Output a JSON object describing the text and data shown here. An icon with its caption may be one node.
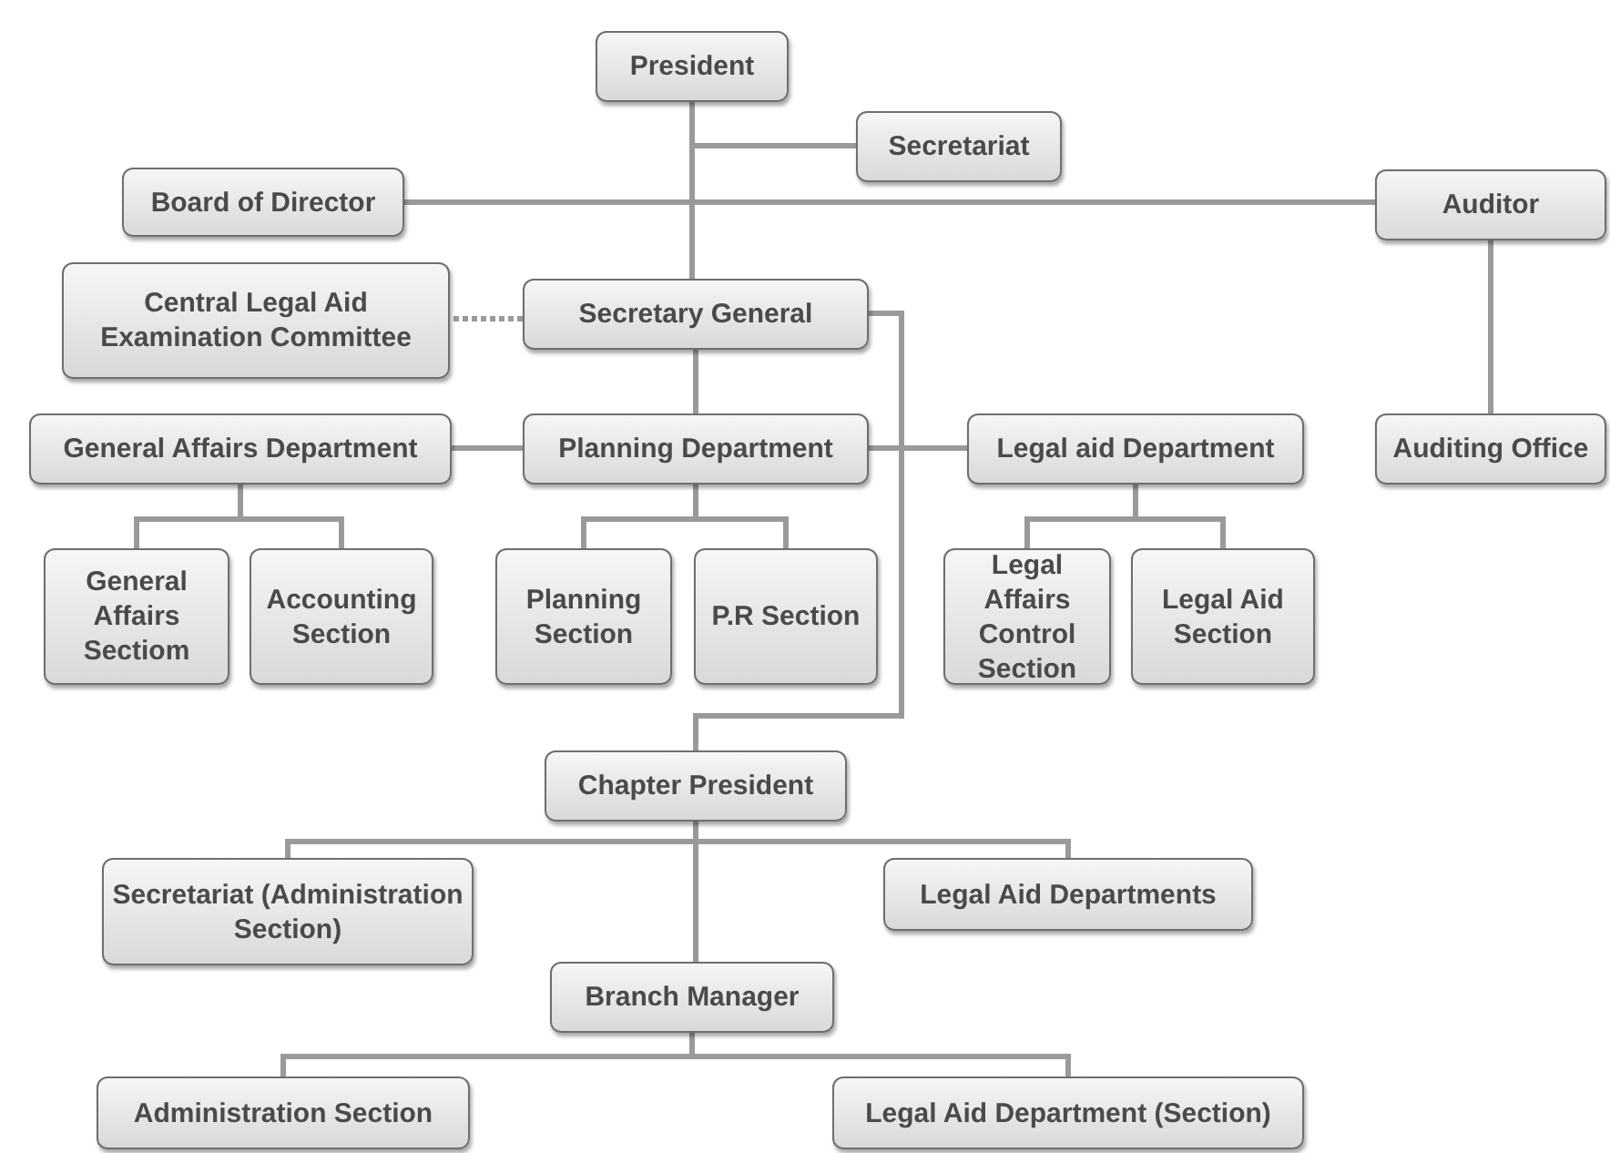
{
  "diagram": {
    "nodes": [
      {
        "text": [
          "President"
        ]
      },
      {
        "text": [
          "Secretariat"
        ]
      },
      {
        "text": [
          "Board of Director"
        ]
      },
      {
        "text": [
          "Auditor"
        ]
      },
      {
        "text": [
          "Central Legal Aid Examination Committee"
        ]
      },
      {
        "text": [
          "Secretary General"
        ]
      },
      {
        "text": [
          "General Affairs Department"
        ]
      },
      {
        "text": [
          "Planning Department"
        ]
      },
      {
        "text": [
          "Legal aid Department"
        ]
      },
      {
        "text": [
          "Auditing Office"
        ]
      },
      {
        "text": [
          "General Affairs Sectiom"
        ]
      },
      {
        "text": [
          "Accounting Section"
        ]
      },
      {
        "text": [
          "Planning Section"
        ]
      },
      {
        "text": [
          "P.R Section"
        ]
      },
      {
        "text": [
          "Legal Affairs Control Section"
        ]
      },
      {
        "text": [
          "Legal Aid Section"
        ]
      },
      {
        "text": [
          "Chapter President"
        ]
      },
      {
        "text": [
          "Secretariat (Administration Section)"
        ]
      },
      {
        "text": [
          "Legal Aid Departments"
        ]
      },
      {
        "text": [
          "Branch Manager"
        ]
      },
      {
        "text": [
          "Administration Section"
        ]
      },
      {
        "text": [
          "Legal Aid Department (Section)"
        ]
      }
    ],
    "edges": [
      {
        "from": 0,
        "to": 5,
        "arrow": "none"
      },
      {
        "from": 0,
        "to": 1,
        "arrow": "none"
      },
      {
        "from": 2,
        "to": 3,
        "arrow": "none"
      },
      {
        "from": 3,
        "to": 9,
        "arrow": "none"
      },
      {
        "from": 5,
        "to": 4,
        "arrow": "none",
        "style": "dashed"
      },
      {
        "from": 5,
        "to": 7,
        "arrow": "none"
      },
      {
        "from": 7,
        "to": 6,
        "arrow": "none"
      },
      {
        "from": 7,
        "to": 8,
        "arrow": "none"
      },
      {
        "from": 6,
        "to": 10,
        "arrow": "none"
      },
      {
        "from": 6,
        "to": 11,
        "arrow": "none"
      },
      {
        "from": 7,
        "to": 12,
        "arrow": "none"
      },
      {
        "from": 7,
        "to": 13,
        "arrow": "none"
      },
      {
        "from": 8,
        "to": 14,
        "arrow": "none"
      },
      {
        "from": 8,
        "to": 15,
        "arrow": "none"
      },
      {
        "from": 5,
        "to": 16,
        "arrow": "none"
      },
      {
        "from": 16,
        "to": 17,
        "arrow": "none"
      },
      {
        "from": 16,
        "to": 18,
        "arrow": "none"
      },
      {
        "from": 16,
        "to": 19,
        "arrow": "none"
      },
      {
        "from": 19,
        "to": 20,
        "arrow": "none"
      },
      {
        "from": 19,
        "to": 21,
        "arrow": "none"
      }
    ]
  }
}
